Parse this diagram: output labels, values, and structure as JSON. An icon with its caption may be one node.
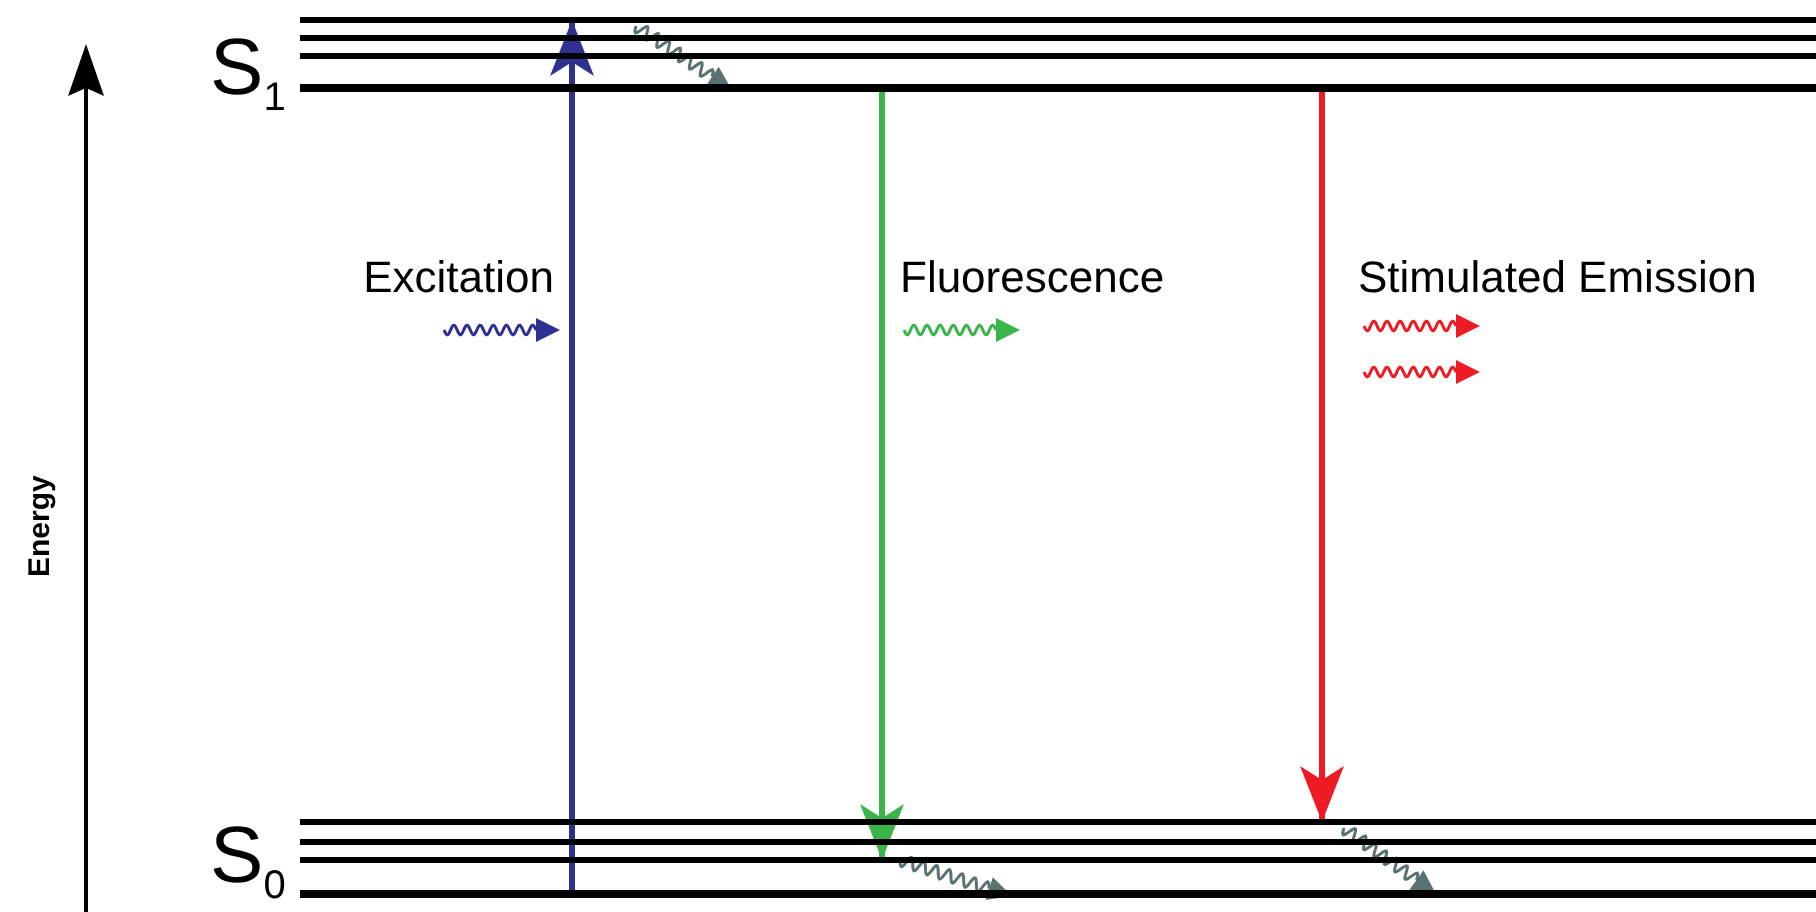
{
  "diagram": {
    "nodes": [
      {
        "text": [
          "S$_{1}$"
        ]
      },
      {
        "text": [
          "S$_{0}$"
        ]
      }
    ],
    "edges": [
      {
        "from": 1,
        "to": 0,
        "arrow": "to",
        "label": "Excitation",
        "color": "#2e3192"
      },
      {
        "from": 0,
        "to": 1,
        "arrow": "to",
        "label": "Fluorescence",
        "color": "#39b54a"
      },
      {
        "from": 0,
        "to": 1,
        "arrow": "to",
        "label": "Stimulated Emission",
        "color": "#ed1c24"
      }
    ],
    "labels": [
      "Energy"
    ]
  }
}
